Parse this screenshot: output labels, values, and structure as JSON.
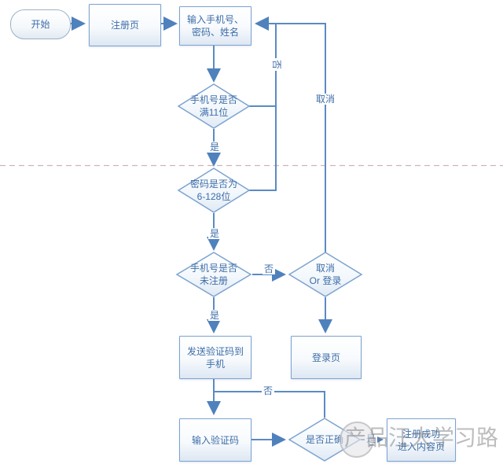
{
  "nodes": {
    "start": {
      "label": "开始"
    },
    "register_page": {
      "label": "注册页"
    },
    "input_info": {
      "lines": [
        "输入手机号、",
        "密码、姓名"
      ]
    },
    "check_phone_11": {
      "lines": [
        "手机号是否",
        "满11位"
      ]
    },
    "check_password": {
      "lines": [
        "密码是否为",
        "6-128位"
      ]
    },
    "check_unregistered": {
      "lines": [
        "手机号是否",
        "未注册"
      ]
    },
    "cancel_or_login": {
      "lines": [
        "取消",
        "Or 登录"
      ]
    },
    "send_code": {
      "lines": [
        "发送验证码到",
        "手机"
      ]
    },
    "login_page": {
      "label": "登录页"
    },
    "input_code": {
      "label": "输入验证码"
    },
    "check_correct": {
      "label": "是否正确"
    },
    "success": {
      "lines": [
        "注册成功",
        "进入内容页"
      ]
    }
  },
  "edge_labels": {
    "no_back_to_input": "否",
    "cancel": "取消",
    "yes_phone": "是",
    "yes_password": "是",
    "yes_unregistered": "是",
    "no_registered": "否",
    "no_wrong_code": "否",
    "yes_correct": "是"
  },
  "watermark": {
    "text": "产品汪大学习路"
  },
  "colors": {
    "line": "#5b8ac2",
    "arrow": "#4f81bd",
    "node_border": "#7da3cf",
    "node_text": "#3e6da8",
    "divider": "#cdb2bc",
    "watermark": "#80808580"
  }
}
